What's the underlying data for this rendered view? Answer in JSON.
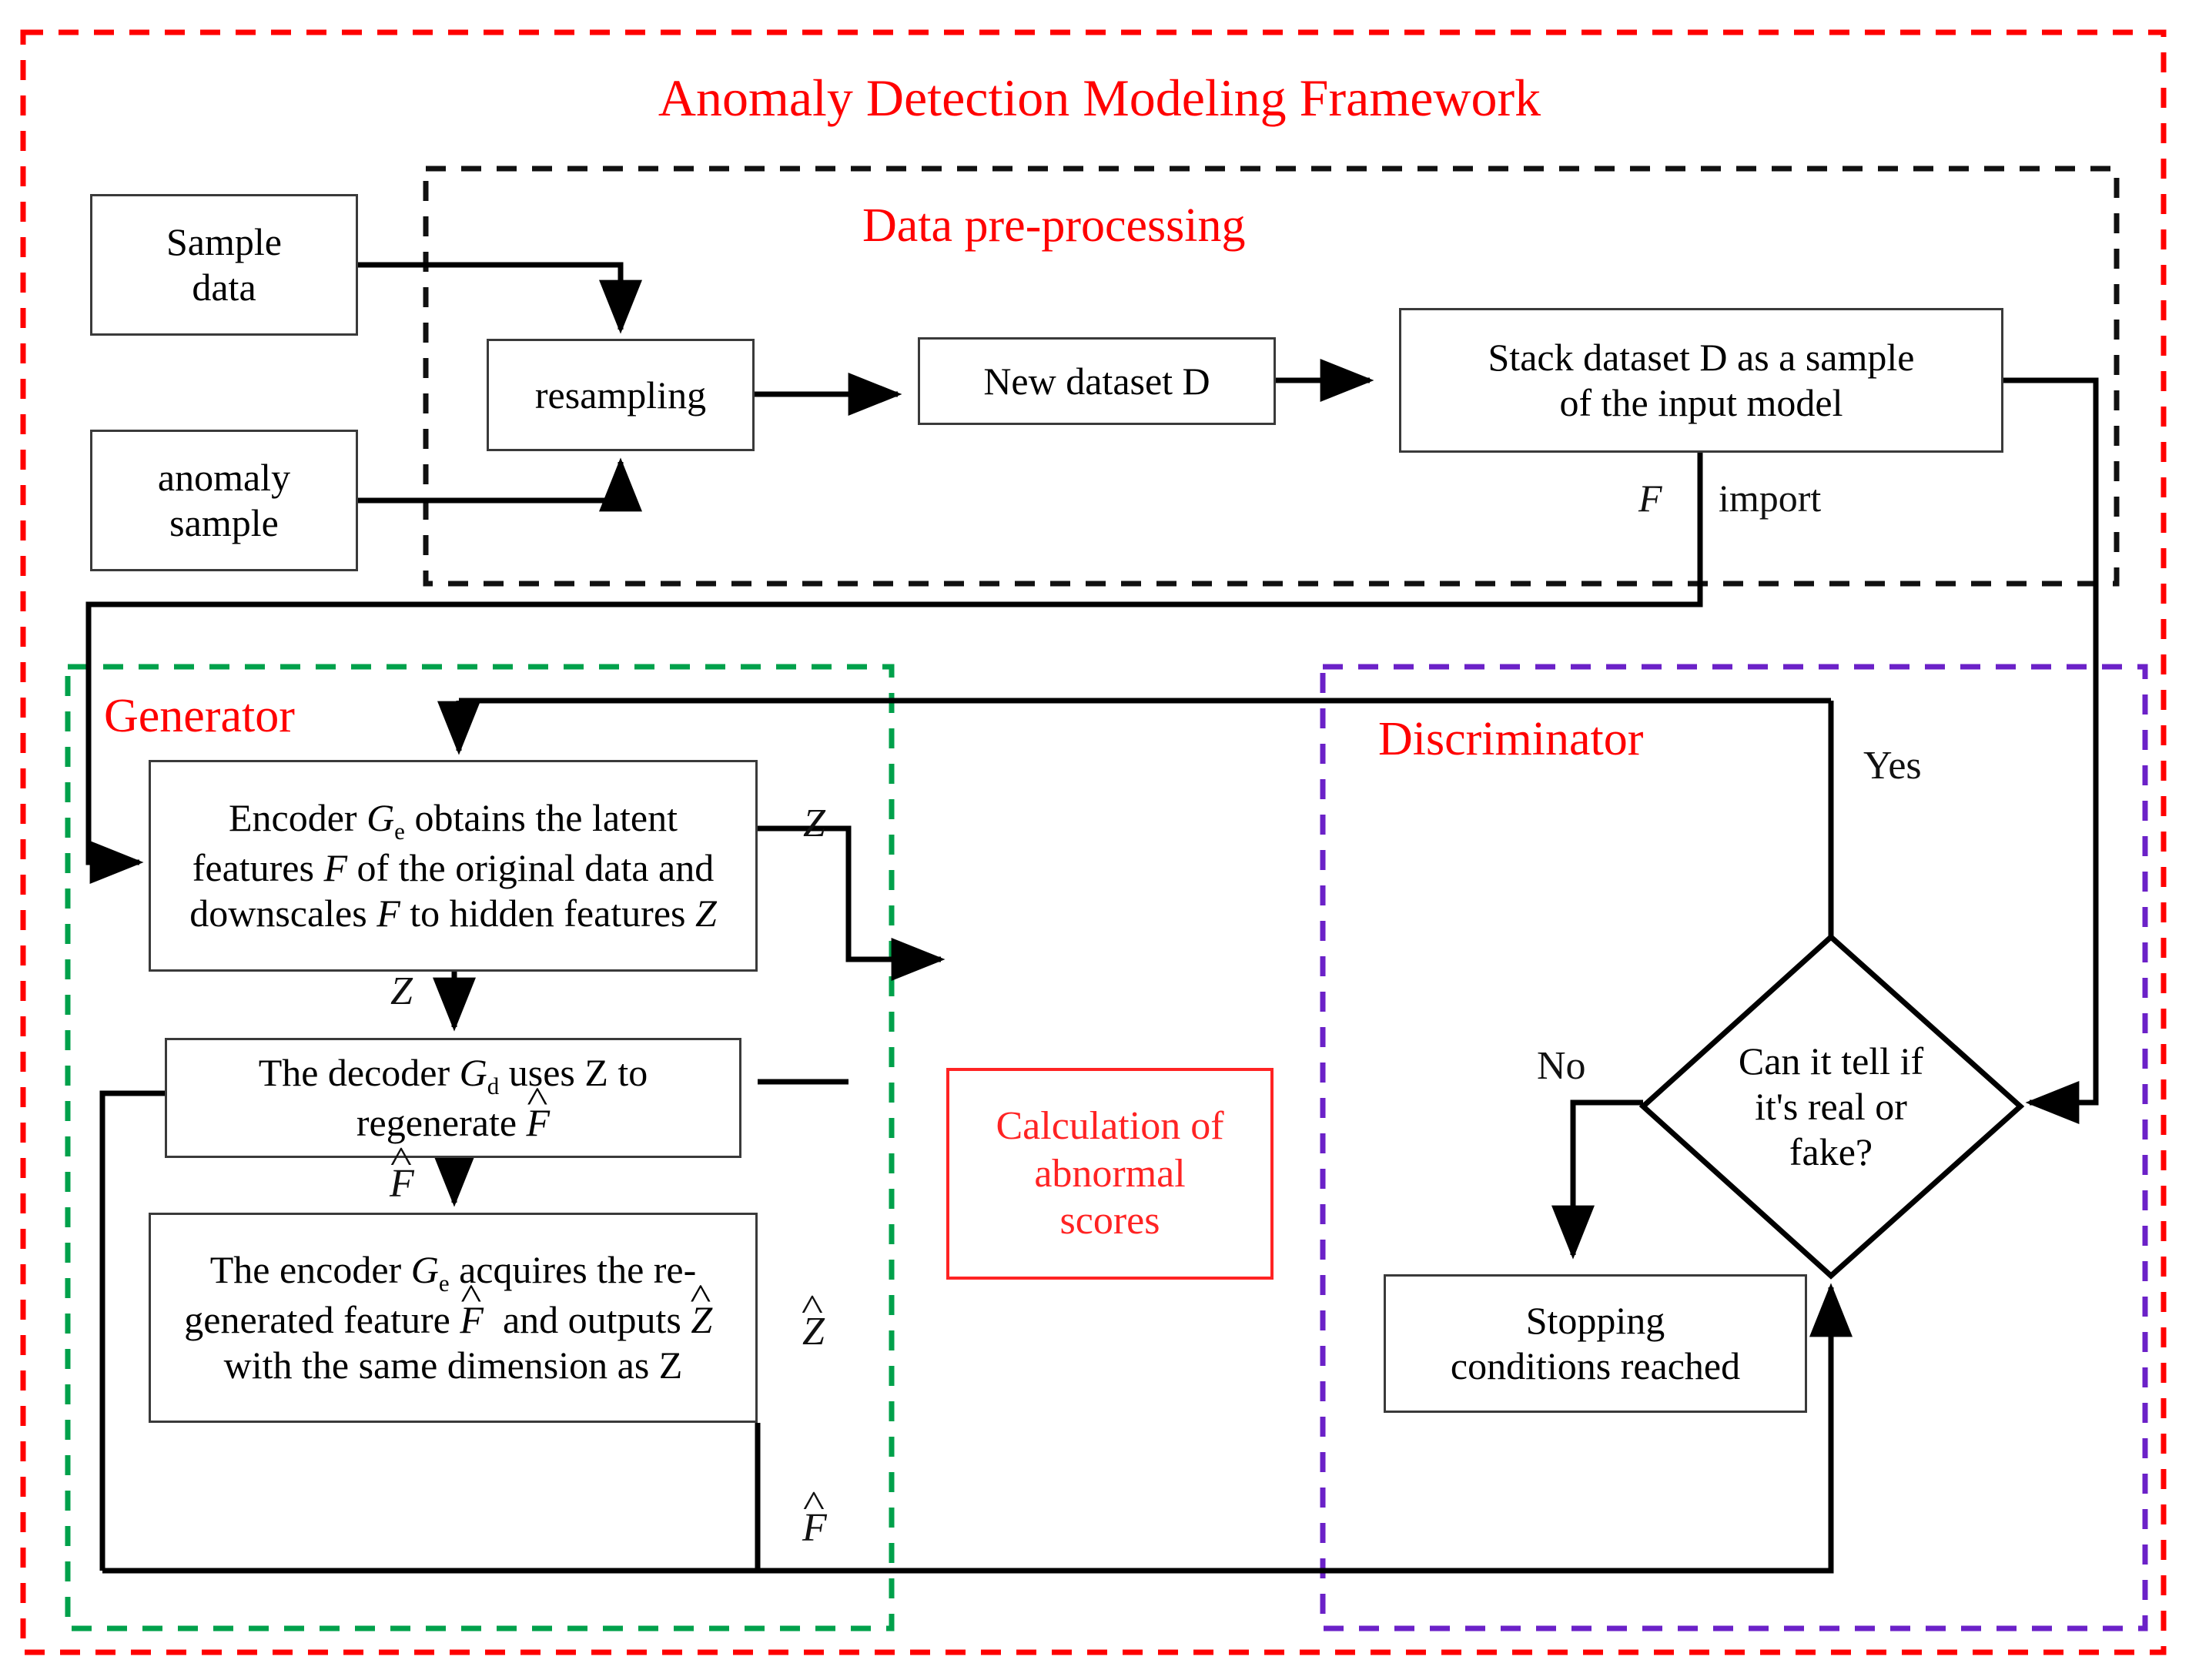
{
  "figure": {
    "title": "Anomaly Detection Modeling Framework",
    "type": "flowchart-diagram"
  },
  "groups": [
    {
      "id": "framework",
      "label": "Anomaly Detection Modeling Framework",
      "color": "#ff0000",
      "style": "dashed"
    },
    {
      "id": "preprocessing",
      "label": "Data pre-processing",
      "color": "#ff0000",
      "border_color": "#000000",
      "style": "dashed"
    },
    {
      "id": "generator",
      "label": "Generator",
      "color": "#ff0000",
      "border_color": "#00a14b",
      "style": "dashed"
    },
    {
      "id": "discriminator",
      "label": "Discriminator",
      "color": "#ff0000",
      "border_color": "#6b21c8",
      "style": "dashed"
    }
  ],
  "nodes": {
    "sample_data": "Sample\ndata",
    "anomaly_sample": "anomaly\nsample",
    "resampling": "resampling",
    "new_dataset": "New dataset D",
    "stack_dataset": "Stack dataset D as a sample\nof the input model",
    "encoder_ge": "Encoder Ge obtains the latent features F of the original data and downscales F to hidden features Z",
    "decoder_gd": "The decoder Gd uses Z to regenerate F̂",
    "encoder_ge2": "The encoder Ge acquires the re-generated feature F̂ and outputs Ẑ with the same dimension as Z",
    "abnormal_scores": "Calculation of\nabnormal\nscores",
    "decision": "Can it tell if\nit's real or\nfake?",
    "stopping": "Stopping\nconditions reached"
  },
  "edge_labels": {
    "import_f": "F",
    "import": "import",
    "z_right": "Z",
    "z_down": "Z",
    "f_hat_down": "F̂",
    "z_hat": "Ẑ",
    "f_hat_bottom": "F̂",
    "yes": "Yes",
    "no": "No"
  },
  "colors": {
    "framework_border": "#ff0000",
    "preprocessing_border": "#000000",
    "generator_border": "#00a14b",
    "discriminator_border": "#6b21c8",
    "title_red": "#ff0000",
    "node_border": "#3a3a3a",
    "abnormal_box": "#ff2323",
    "arrow": "#000000"
  }
}
